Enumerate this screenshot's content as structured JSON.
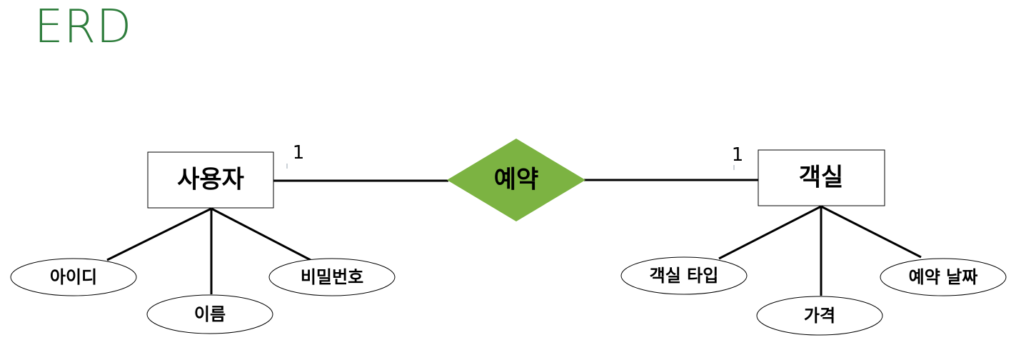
{
  "title": "ERD",
  "colors": {
    "title": "#2e7d3c",
    "relationship_fill": "#7cb342",
    "stroke": "#000000"
  },
  "entities": {
    "user": {
      "label": "사용자"
    },
    "room": {
      "label": "객실"
    }
  },
  "relationship": {
    "label": "예약"
  },
  "cardinality": {
    "user_side": "1",
    "room_side": "1"
  },
  "attributes": {
    "user": [
      "아이디",
      "이름",
      "비밀번호"
    ],
    "room": [
      "객실 타입",
      "가격",
      "예약 날짜"
    ]
  }
}
